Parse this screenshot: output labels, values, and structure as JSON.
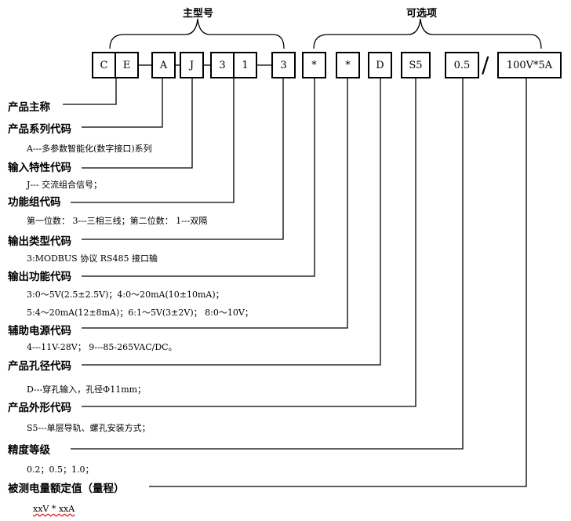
{
  "headers": {
    "main": "主型号",
    "optional": "可选项"
  },
  "code_boxes": [
    "C",
    "E",
    "A",
    "J",
    "3",
    "1",
    "3",
    "*",
    "*",
    "D",
    "S5",
    "0.5",
    "100V*5A"
  ],
  "separator": "/",
  "fields": [
    {
      "label": "产品主称",
      "desc": []
    },
    {
      "label": "产品系列代码",
      "desc": [
        "A---多参数智能化(数字接口)系列"
      ]
    },
    {
      "label": "输入特性代码",
      "desc": [
        "J--- 交流组合信号；"
      ]
    },
    {
      "label": "功能组代码",
      "desc": [
        "第一位数： 3---三相三线；第二位数： 1---双隔"
      ]
    },
    {
      "label": "输出类型代码",
      "desc": [
        "3:MODBUS 协议 RS485 接口输"
      ]
    },
    {
      "label": "输出功能代码",
      "desc": [
        "3:0～5V(2.5±2.5V)；4:0～20mA(10±10mA)；",
        "5:4～20mA(12±8mA)；6:1～5V(3±2V)；  8:0～10V；"
      ]
    },
    {
      "label": "辅助电源代码",
      "desc": [
        "4---11V-28V；  9---85-265VAC/DC。"
      ]
    },
    {
      "label": "产品孔径代码",
      "desc": [
        "D---穿孔输入，孔径Φ11mm；"
      ]
    },
    {
      "label": "产品外形代码",
      "desc": [
        "S5---单层导轨、螺孔安装方式；"
      ]
    },
    {
      "label": "精度等级",
      "desc": [
        "0.2；0.5；1.0；"
      ]
    },
    {
      "label": "被测电量额定值（量程）",
      "desc": [
        "xxV * xxA"
      ]
    }
  ]
}
